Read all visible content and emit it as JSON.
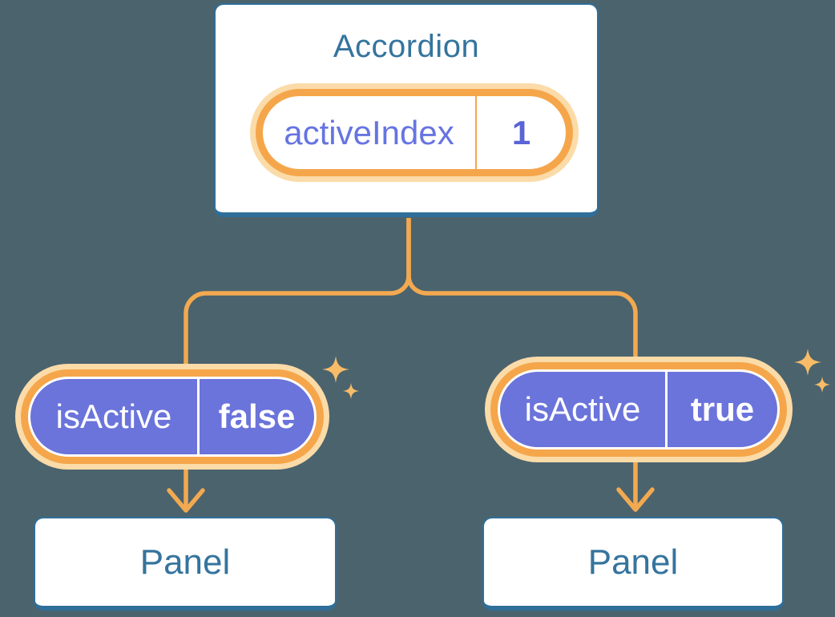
{
  "diagram": {
    "root": {
      "title": "Accordion",
      "state_pill": {
        "label": "activeIndex",
        "value": "1"
      }
    },
    "children": [
      {
        "prop_pill": {
          "label": "isActive",
          "value": "false"
        },
        "panel_label": "Panel"
      },
      {
        "prop_pill": {
          "label": "isActive",
          "value": "true"
        },
        "panel_label": "Panel"
      }
    ],
    "colors": {
      "background": "#4B636D",
      "card_fill": "#FFFFFF",
      "card_border": "#2F6E99",
      "heading_text": "#35749E",
      "pill_ring_orange": "#F5A64B",
      "pill_halo": "#FBDBA8",
      "prop_pill_fill": "#6B74DB",
      "prop_pill_text": "#FFFFFF",
      "state_label_text": "#6674E2",
      "state_value_text": "#5964D6",
      "connector": "#F3A950",
      "sparkle": "#F8BC68"
    }
  }
}
